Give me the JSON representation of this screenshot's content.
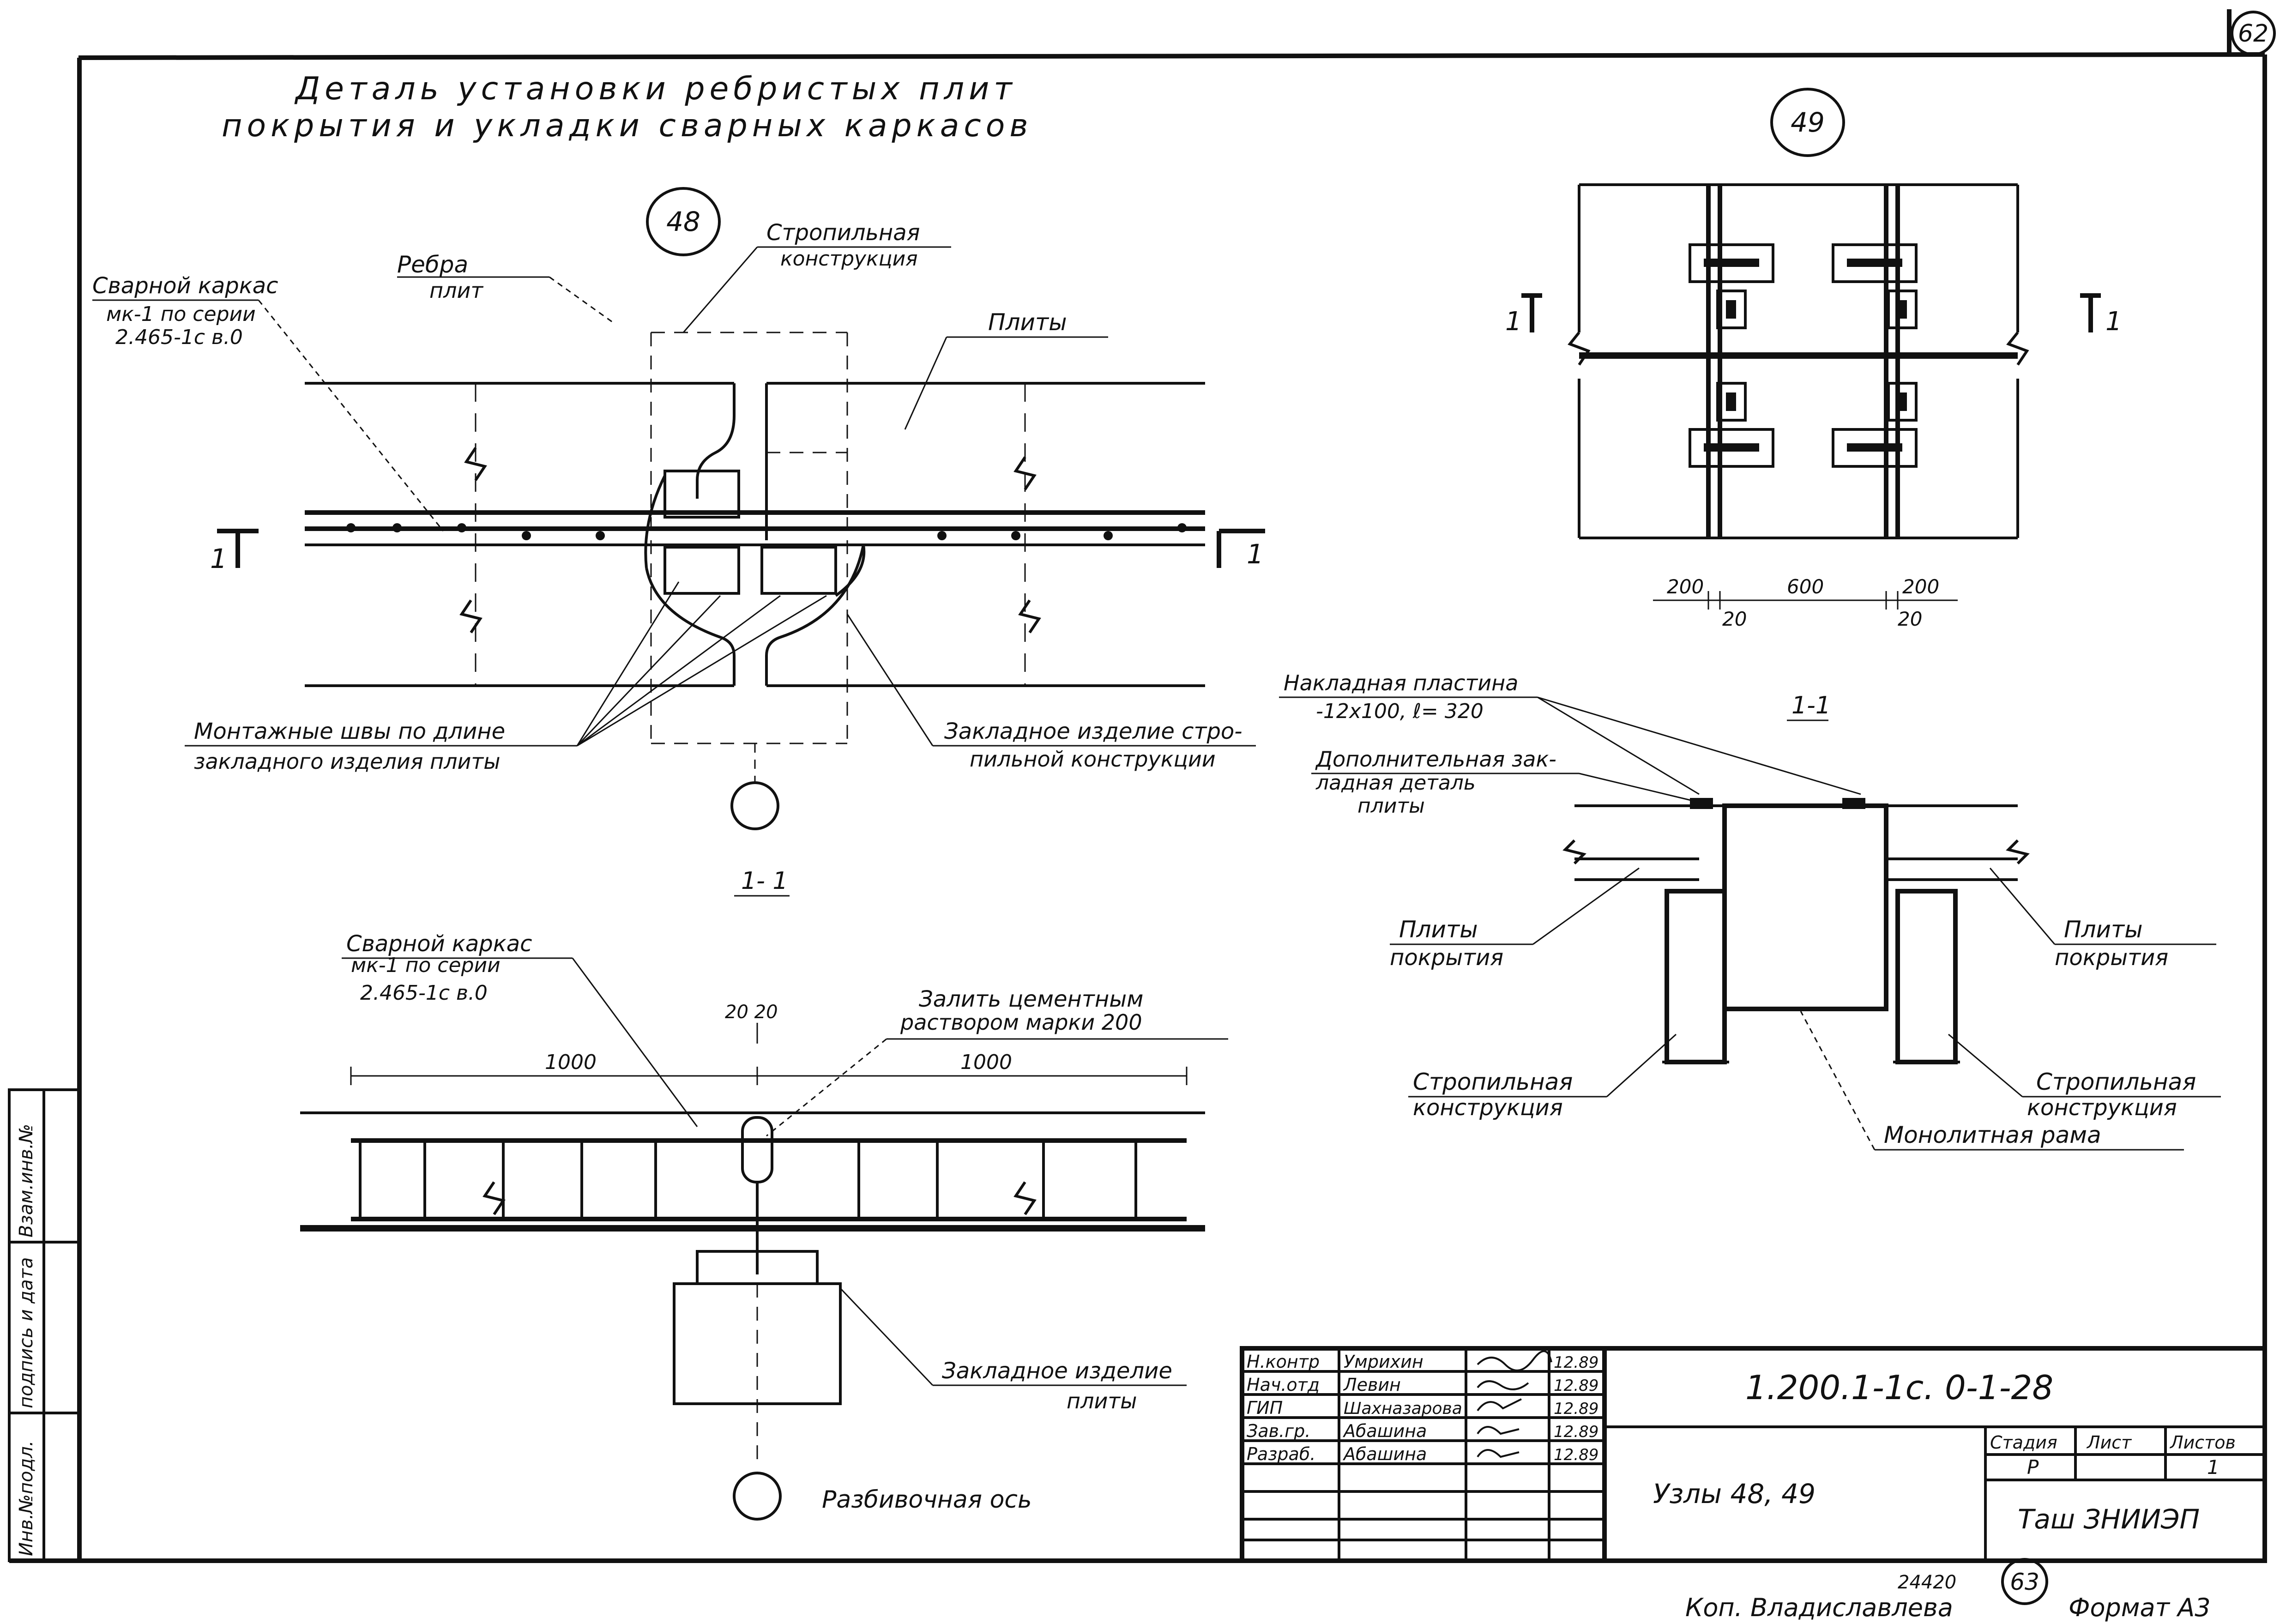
{
  "sheet": {
    "corner_number": "62",
    "bottom_number": "63",
    "inv_number": "24420"
  },
  "title": {
    "line1": "Деталь установки ребристых плит",
    "line2": "покрытия и укладки сварных каркасов"
  },
  "node48": {
    "marker": "48",
    "labels": {
      "welded_frame": [
        "Сварной каркас",
        "мк-1 по серии",
        "2.465-1с в.0"
      ],
      "slab_ribs": [
        "Ребра",
        "плит"
      ],
      "rafter": [
        "Стропильная",
        "конструкция"
      ],
      "slabs": "Плиты",
      "welds": [
        "Монтажные швы по длине",
        "закладного изделия плиты"
      ],
      "embedded_rafter": [
        "Закладное изделие стро-",
        "пильной конструкции"
      ]
    },
    "section_mark": "1",
    "section_title": "1- 1"
  },
  "section11_left": {
    "welded_frame": [
      "Сварной каркас",
      "мк-1 по серии",
      "2.465-1с в.0"
    ],
    "grout": [
      "Залить цементным",
      "раствором марки 200"
    ],
    "dim_small": "20 20",
    "dim_left": "1000",
    "dim_right": "1000",
    "embedded_slab": [
      "Закладное изделие",
      "плиты"
    ],
    "axis": "Разбивочная ось"
  },
  "node49": {
    "marker": "49",
    "section_mark": "1",
    "dims": {
      "d1": "200",
      "d2": "600",
      "d3": "200",
      "d4": "20",
      "d5": "20"
    }
  },
  "section11_right": {
    "title": "1-1",
    "plate": [
      "Накладная пластина",
      "-12х100, ℓ= 320"
    ],
    "additional": [
      "Дополнительная зак-",
      "ладная деталь",
      "плиты"
    ],
    "slabs_left": [
      "Плиты",
      "покрытия"
    ],
    "slabs_right": [
      "Плиты",
      "покрытия"
    ],
    "rafter_left": [
      "Стропильная",
      "конструкция"
    ],
    "rafter_right": [
      "Стропильная",
      "конструкция"
    ],
    "monolith": "Монолитная рама"
  },
  "side_stamp": [
    "Инв.№подл.",
    "подпись и дата",
    "Взам.инв.№"
  ],
  "title_block": {
    "rows": [
      {
        "role": "Н.контр",
        "name": "Умрихин",
        "date": "12.89"
      },
      {
        "role": "Нач.отд",
        "name": "Левин",
        "date": "12.89"
      },
      {
        "role": "ГИП",
        "name": "Шахназарова",
        "date": "12.89"
      },
      {
        "role": "Зав.гр.",
        "name": "Абашина",
        "date": "12.89"
      },
      {
        "role": "Разраб.",
        "name": "Абашина",
        "date": "12.89"
      }
    ],
    "doc_code": "1.200.1-1с. 0-1-28",
    "doc_title": "Узлы 48, 49",
    "stage_header": "Стадия",
    "sheet_header": "Лист",
    "sheets_header": "Листов",
    "stage": "Р",
    "sheets": "1",
    "org": "Таш ЗНИИЭП"
  },
  "footer": {
    "copied_by": "Коп. Владиславлева",
    "format": "Формат А3"
  }
}
